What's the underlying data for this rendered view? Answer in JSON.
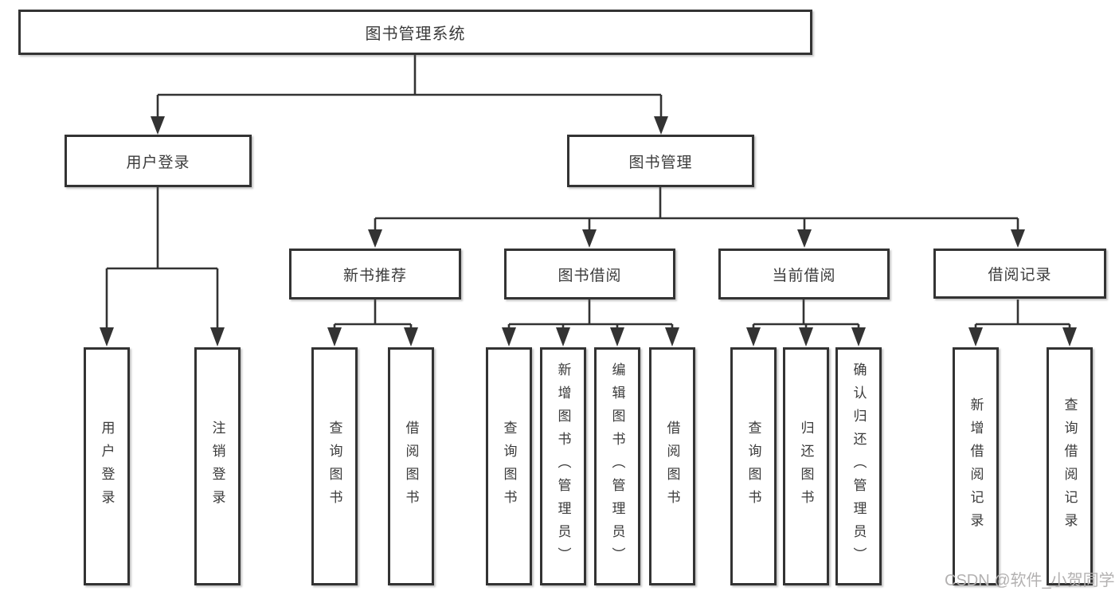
{
  "tree": {
    "label": "图书管理系统",
    "children": [
      {
        "label": "用户登录",
        "children": [
          {
            "label": "用户登录"
          },
          {
            "label": "注销登录"
          }
        ]
      },
      {
        "label": "图书管理",
        "children": [
          {
            "label": "新书推荐",
            "children": [
              {
                "label": "查询图书"
              },
              {
                "label": "借阅图书"
              }
            ]
          },
          {
            "label": "图书借阅",
            "children": [
              {
                "label": "查询图书"
              },
              {
                "label": "新增图书（管理员）"
              },
              {
                "label": "编辑图书（管理员）"
              },
              {
                "label": "借阅图书"
              }
            ]
          },
          {
            "label": "当前借阅",
            "children": [
              {
                "label": "查询图书"
              },
              {
                "label": "归还图书"
              },
              {
                "label": "确认归还（管理员）"
              }
            ]
          },
          {
            "label": "借阅记录",
            "children": [
              {
                "label": "新增借阅记录"
              },
              {
                "label": "查询借阅记录"
              }
            ]
          }
        ]
      }
    ]
  },
  "watermark": {
    "text": "CSDN @软件_小贺同学",
    "color": "#b3b1b1"
  },
  "colors": {
    "line": "#333333",
    "text": "#3b3b3b",
    "box_background": "#ffffff",
    "page_background": "#ffffff"
  }
}
